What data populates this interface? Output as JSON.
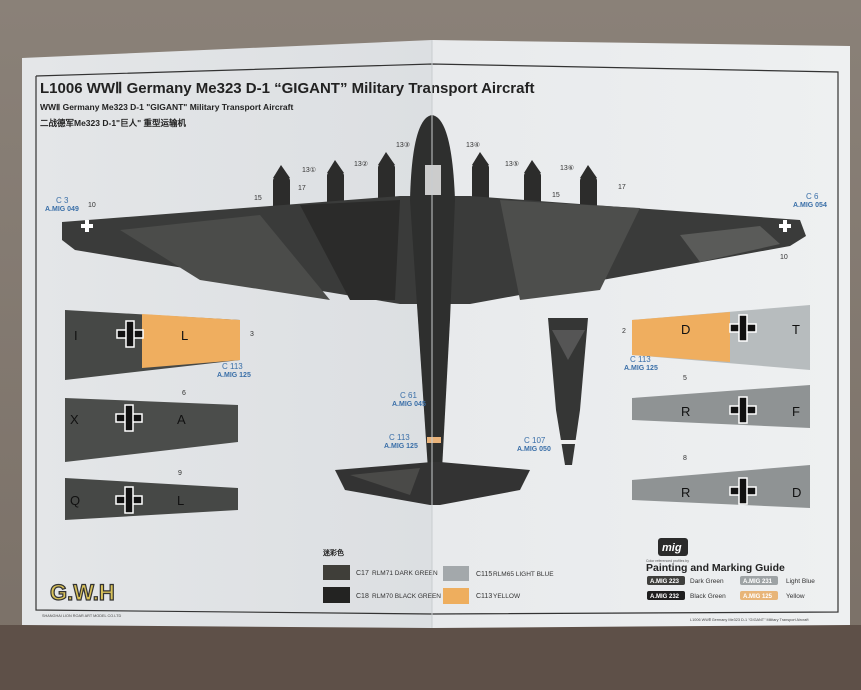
{
  "header": {
    "title": "L1006 WWⅡ Germany Me323 D-1 “GIGANT” Military Transport Aircraft",
    "subtitle_en": "WWⅡ Germany Me323 D-1 \"GIGANT\" Military Transport Aircraft",
    "subtitle_cn": "二战德军Me323 D-1\"巨人\" 重型运输机"
  },
  "callouts": {
    "left_wing_code": "C 3",
    "left_wing_mig": "A.MIG 049",
    "right_wing_code": "C 6",
    "right_wing_mig": "A.MIG 054",
    "fuselage_code": "C 61",
    "fuselage_mig": "A.MIG 045",
    "band_code": "C 113",
    "band_mig": "A.MIG 125",
    "rudder_code": "C 107",
    "rudder_mig": "A.MIG 050",
    "left_tip_code": "C 113",
    "left_tip_mig": "A.MIG 125",
    "right_tip_code": "C 113",
    "right_tip_mig": "A.MIG 125"
  },
  "part_numbers": [
    "10",
    "15",
    "17",
    "13①",
    "13②",
    "13③",
    "13④",
    "13⑤",
    "13⑥",
    "15",
    "17",
    "10",
    "3",
    "6",
    "9",
    "2",
    "5",
    "8"
  ],
  "wing_letters": {
    "left": [
      [
        "I",
        "L"
      ],
      [
        "X",
        "A"
      ],
      [
        "Q",
        "L"
      ]
    ],
    "right": [
      [
        "D",
        "T"
      ],
      [
        "R",
        "F"
      ],
      [
        "R",
        "D"
      ]
    ]
  },
  "legend": {
    "heading_cn": "迷彩色",
    "items": [
      {
        "code": "C17",
        "name": "RLM71 DARK GREEN",
        "color": "#3f3e39"
      },
      {
        "code": "C18",
        "name": "RLM70 BLACK GREEN",
        "color": "#232322"
      },
      {
        "code": "C115",
        "name": "RLM65 LIGHT BLUE",
        "color": "#a3a8ab"
      },
      {
        "code": "C113",
        "name": "YELLOW",
        "color": "#eeae5e"
      }
    ]
  },
  "guide": {
    "logo": "mig",
    "small_text": "Color referenced profiles by",
    "title": "Painting and Marking Guide",
    "badges": [
      {
        "code": "A.MIG 223",
        "name": "Dark Green",
        "color": "#3f3f3c"
      },
      {
        "code": "A.MIG 231",
        "name": "Light Blue",
        "color": "#9ea3a5"
      },
      {
        "code": "A.MIG 232",
        "name": "Black Green",
        "color": "#1e1e1e"
      },
      {
        "code": "A.MIG 125",
        "name": "Yellow",
        "color": "#e8b578"
      }
    ]
  },
  "brand": {
    "logo": "G.W.H",
    "company": "SHANGHAI LION ROAR ART MODEL CO.LTD"
  },
  "footer_right": "L1006 WWⅡ Germany Me323 D-1 \"GIGANT\" Military Transport Aircraft"
}
